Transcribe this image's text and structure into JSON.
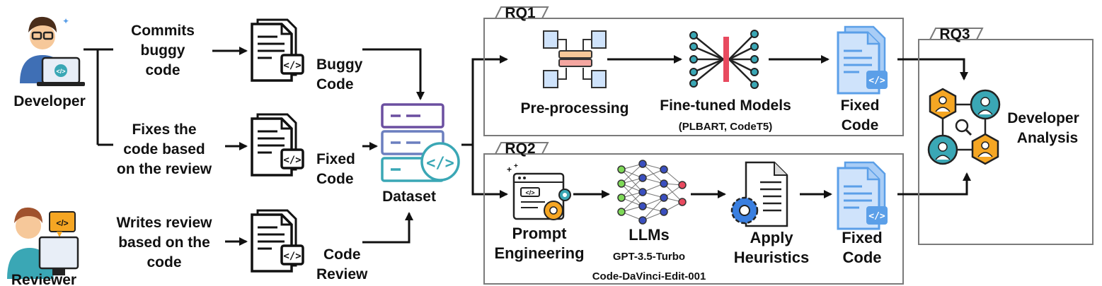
{
  "actors": {
    "developer": "Developer",
    "reviewer": "Reviewer"
  },
  "actions": {
    "commits": [
      "Commits",
      "buggy",
      "code"
    ],
    "fixes": [
      "Fixes the",
      "code based",
      "on the review"
    ],
    "writes": [
      "Writes review",
      "based on the",
      "code"
    ]
  },
  "documents": {
    "buggy": [
      "Buggy",
      "Code"
    ],
    "fixed": [
      "Fixed",
      "Code"
    ],
    "review": [
      "Code",
      "Review"
    ]
  },
  "dataset": {
    "label": "Dataset"
  },
  "rq1": {
    "tag": "RQ1",
    "preprocessing": "Pre-processing",
    "models": "Fine-tuned Models",
    "models_sub": "(PLBART, CodeT5)",
    "output": [
      "Fixed",
      "Code"
    ]
  },
  "rq2": {
    "tag": "RQ2",
    "prompt": [
      "Prompt",
      "Engineering"
    ],
    "llms": "LLMs",
    "llm1": "GPT-3.5-Turbo",
    "llm2": "Code-DaVinci-Edit-001",
    "heuristics": [
      "Apply",
      "Heuristics"
    ],
    "output": [
      "Fixed",
      "Code"
    ]
  },
  "rq3": {
    "tag": "RQ3",
    "analysis": [
      "Developer",
      "Analysis"
    ]
  },
  "colors": {
    "purple": "#6b4fa0",
    "teal": "#3aa7b5",
    "blue_doc": "#5b9fe8",
    "blue_doc_light": "#cfe3fb",
    "orange": "#f5a623",
    "skin": "#f6c89a",
    "box_border": "#7a7a7a"
  }
}
